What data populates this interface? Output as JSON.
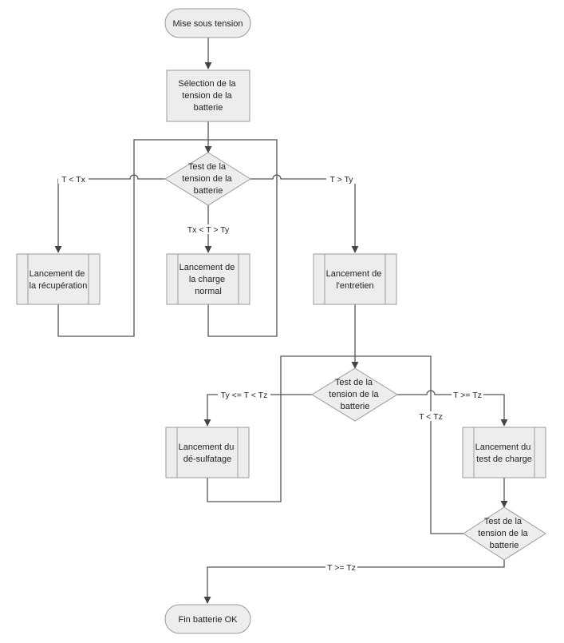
{
  "colors": {
    "node_fill": "#ededed",
    "node_stroke": "#9a9a9a",
    "line": "#555555",
    "text": "#222222",
    "background": "#ffffff"
  },
  "nodes": {
    "start": {
      "lines": [
        "Mise sous tension"
      ]
    },
    "select_voltage": {
      "lines": [
        "Sélection de la",
        "tension de la",
        "batterie"
      ]
    },
    "test1": {
      "lines": [
        "Test de la",
        "tension de la",
        "batterie"
      ]
    },
    "recovery": {
      "lines": [
        "Lancement de",
        "la récupération"
      ]
    },
    "normal_charge": {
      "lines": [
        "Lancement de",
        "la charge",
        "normal"
      ]
    },
    "maintenance": {
      "lines": [
        "Lancement de",
        "l'entretien"
      ]
    },
    "test2": {
      "lines": [
        "Test de la",
        "tension de la",
        "batterie"
      ]
    },
    "desulfation": {
      "lines": [
        "Lancement du",
        "dé-sulfatage"
      ]
    },
    "charge_test": {
      "lines": [
        "Lancement du",
        "test de charge"
      ]
    },
    "test3": {
      "lines": [
        "Test de la",
        "tension de la",
        "batterie"
      ]
    },
    "end": {
      "lines": [
        "Fin batterie OK"
      ]
    }
  },
  "edge_labels": {
    "lt_tx": "T < Tx",
    "gt_ty": "T > Ty",
    "between_tx_ty": "Tx < T > Ty",
    "ty_le_t_lt_tz": "Ty <= T < Tz",
    "ge_tz": "T >= Tz",
    "lt_tz": "T < Tz",
    "final_ge_tz": "T >= Tz"
  }
}
